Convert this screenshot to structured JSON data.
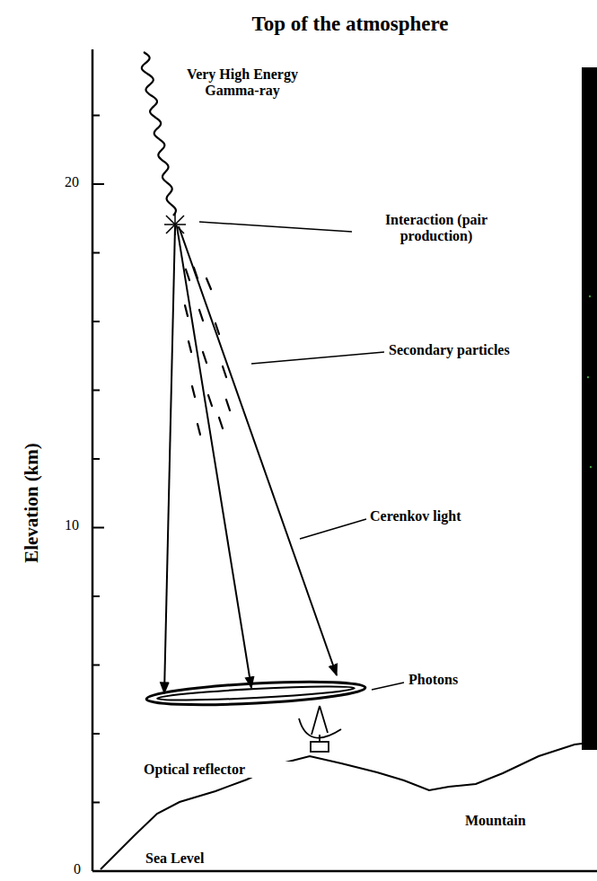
{
  "diagram": {
    "title": "Top of the atmosphere",
    "labels": [
      "Elevation (km)",
      "20",
      "10",
      "0",
      "Very High Energy Gamma-ray",
      "Interaction (pair production)",
      "Secondary particles",
      "Cerenkov light",
      "Photons",
      "Optical reflector",
      "Mountain",
      "Sea Level"
    ]
  }
}
